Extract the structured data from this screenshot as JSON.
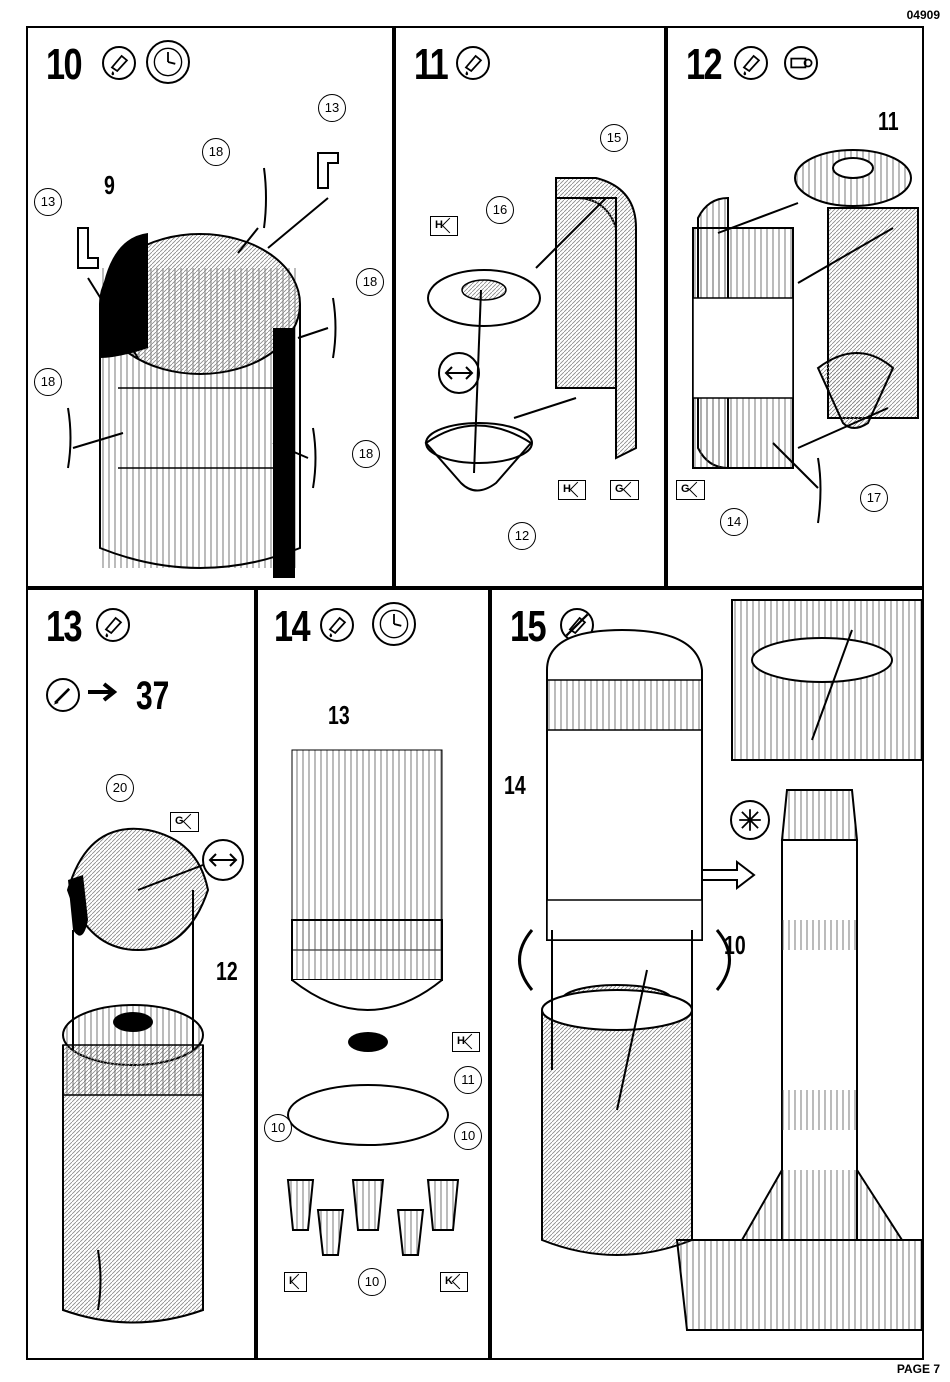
{
  "header": {
    "doc_code": "04909"
  },
  "footer": {
    "page_label": "PAGE 7"
  },
  "steps": [
    {
      "number": "10",
      "icons": [
        "glue-icon",
        "clock-icon"
      ],
      "labels": {
        "main_part": "9",
        "c1": "18",
        "c2": "13",
        "c3": "13",
        "c4": "18",
        "c5": "18",
        "c6": "18"
      }
    },
    {
      "number": "11",
      "icons": [
        "glue-icon"
      ],
      "labels": {
        "c1": "15",
        "c2": "16",
        "c3": "12",
        "flag_h_top": "H",
        "flag_h_bottom": "H",
        "flag_g": "G"
      }
    },
    {
      "number": "12",
      "icons": [
        "glue-icon",
        "tape-icon"
      ],
      "labels": {
        "top_part": "11",
        "c1": "14",
        "c2": "17",
        "flag_g": "G"
      }
    },
    {
      "number": "13",
      "icons": [
        "glue-icon",
        "paint-icon"
      ],
      "paint_ref": "37",
      "labels": {
        "c1": "20",
        "flag_g": "G",
        "part": "12"
      }
    },
    {
      "number": "14",
      "icons": [
        "glue-icon",
        "clock-icon"
      ],
      "labels": {
        "part_top": "13",
        "flag_h": "H",
        "c1": "11",
        "c2": "10",
        "c3": "10",
        "c4": "10",
        "flag_i": "I",
        "flag_k": "K"
      }
    },
    {
      "number": "15",
      "icons": [
        "no-glue-icon",
        "star-icon"
      ],
      "labels": {
        "part_a": "14",
        "part_b": "10"
      }
    }
  ]
}
